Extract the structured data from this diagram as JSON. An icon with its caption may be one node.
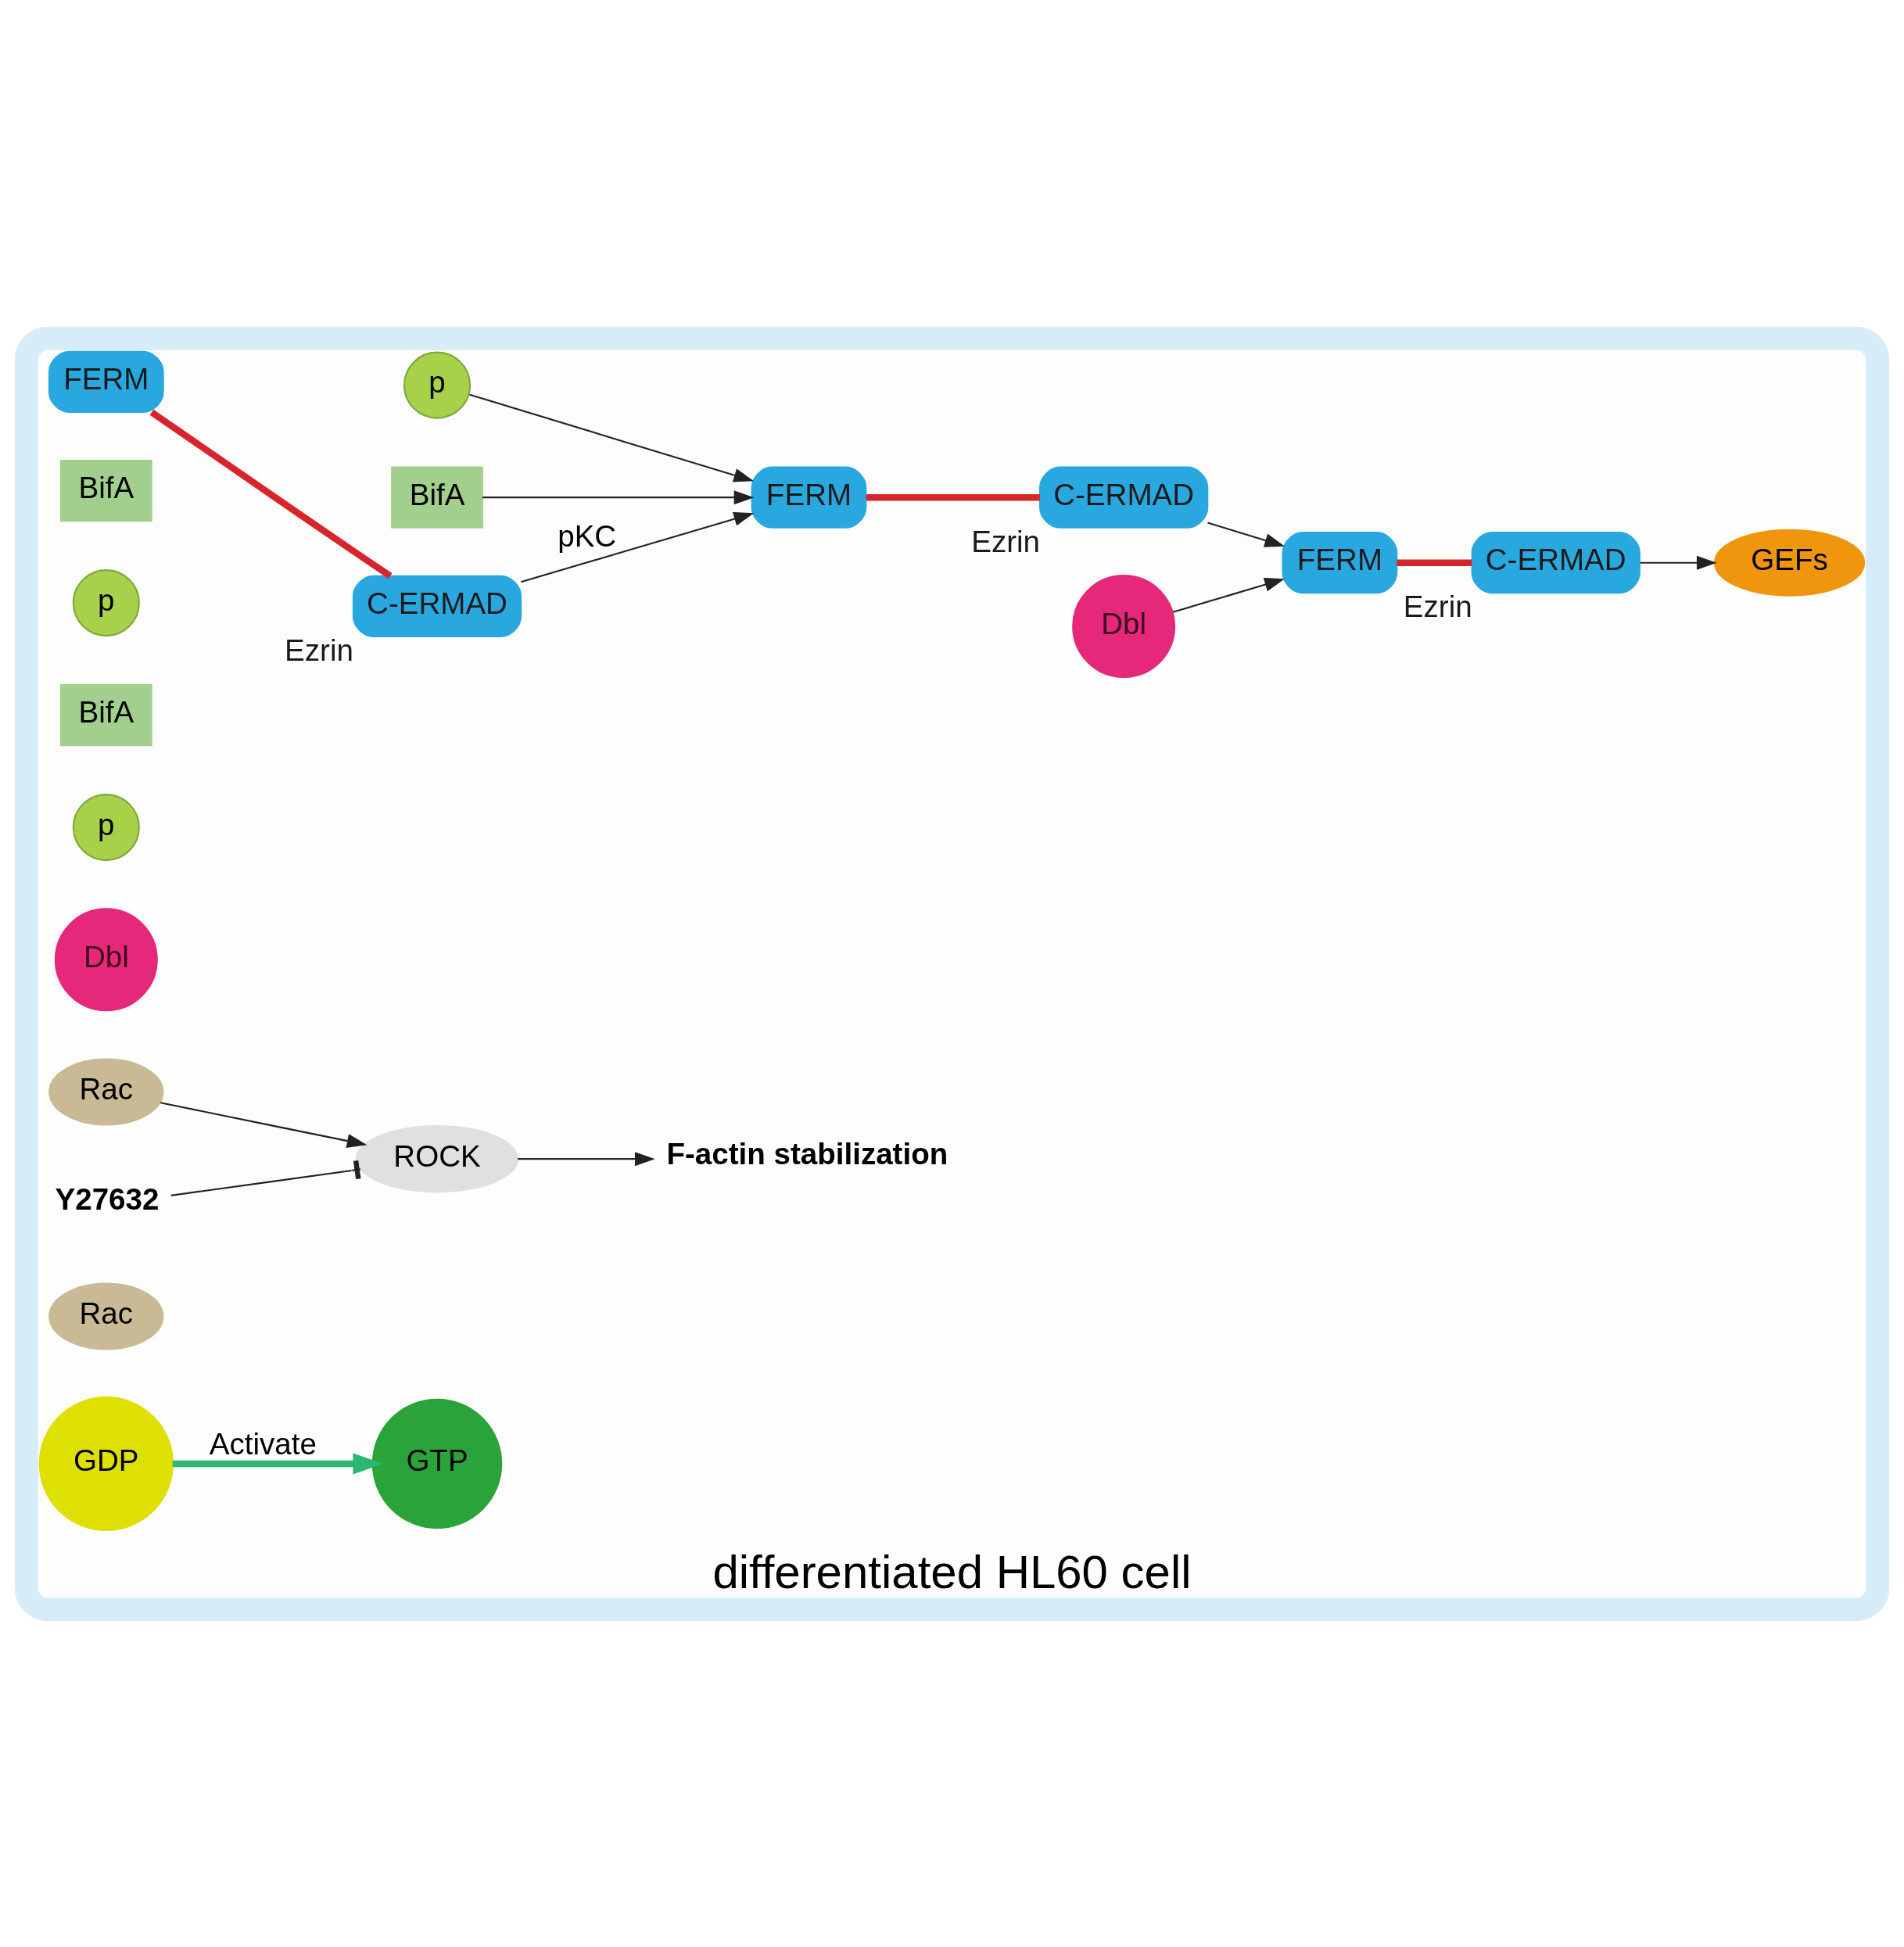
{
  "diagram": {
    "nodes": [
      {
        "text": [
          "differentiated HL60 cell"
        ]
      },
      {
        "text": [
          "BifA"
        ],
        "in": 0
      },
      {
        "text": [
          "FERM"
        ],
        "in": 0
      },
      {
        "text": [
          "C-ERMAD"
        ],
        "in": 0,
        "beside": [
          "Ezrin"
        ]
      },
      {
        "text": [
          "p"
        ],
        "in": 0
      },
      {
        "text": [
          "FERM"
        ],
        "in": 0
      },
      {
        "text": [
          "C-ERMAD"
        ],
        "in": 0,
        "beside": [
          "Ezrin"
        ]
      },
      {
        "text": [
          "BifA"
        ],
        "in": 0
      },
      {
        "text": [
          "p"
        ],
        "in": 0
      },
      {
        "text": [
          "Dbl"
        ],
        "in": 0
      },
      {
        "text": [
          "FERM"
        ],
        "in": 0
      },
      {
        "text": [
          "C-ERMAD"
        ],
        "in": 0,
        "beside": [
          "Ezrin"
        ]
      },
      {
        "text": [
          "BifA"
        ],
        "in": 0
      },
      {
        "text": [
          "p"
        ],
        "in": 0
      },
      {
        "text": [
          "Dbl"
        ],
        "in": 0
      },
      {
        "text": [
          "GEFs"
        ],
        "in": 0
      },
      {
        "text": [
          "Rac"
        ],
        "in": 0
      },
      {
        "text": [
          "GTP"
        ],
        "in": 0
      },
      {
        "text": [
          "GDP"
        ],
        "in": 0
      },
      {
        "text": [
          "Rac"
        ],
        "in": 0
      },
      {
        "text": [
          "ROCK"
        ],
        "in": 0
      },
      {
        "text": [
          "F-actin stabilization"
        ],
        "in": 0
      },
      {
        "text": [
          "Y27632"
        ],
        "in": 0
      }
    ],
    "edges": [
      {
        "from": 2,
        "to": 3,
        "arrow": "none",
        "style": "thick",
        "color": "#d7262b"
      },
      {
        "from": 3,
        "to": 5,
        "arrow": "to",
        "label": "pKC"
      },
      {
        "from": 1,
        "to": 5,
        "arrow": "to"
      },
      {
        "from": 4,
        "to": 5,
        "arrow": "to"
      },
      {
        "from": 5,
        "to": 6,
        "arrow": "none",
        "style": "thick",
        "color": "#d7262b"
      },
      {
        "from": 6,
        "to": 10,
        "arrow": "to"
      },
      {
        "from": 9,
        "to": 10,
        "arrow": "to"
      },
      {
        "from": 10,
        "to": 11,
        "arrow": "none",
        "style": "thick",
        "color": "#d7262b"
      },
      {
        "from": 11,
        "to": 15,
        "arrow": "to"
      },
      {
        "from": 18,
        "to": 17,
        "arrow": "to",
        "label": "Activate",
        "style": "thick",
        "color": "#2bb673"
      },
      {
        "from": 16,
        "to": 20,
        "arrow": "to"
      },
      {
        "from": 20,
        "to": 21,
        "arrow": "to"
      },
      {
        "from": 22,
        "to": 20,
        "arrow": "other"
      }
    ]
  }
}
